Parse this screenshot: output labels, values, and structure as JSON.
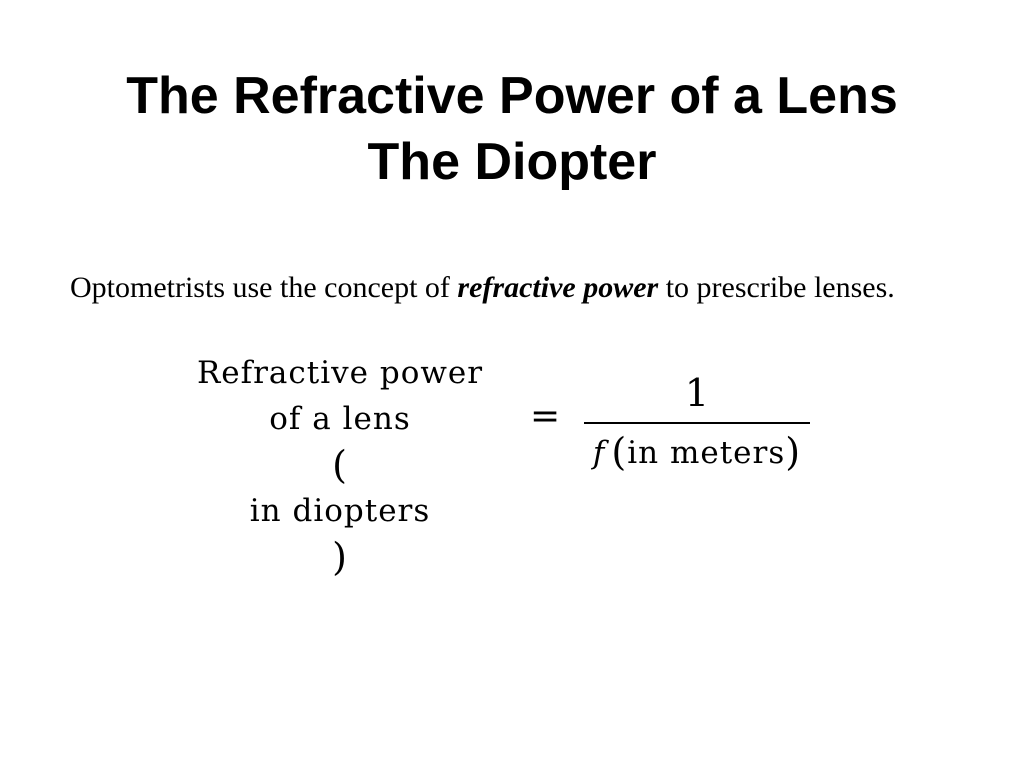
{
  "slide": {
    "title_line1": "The Refractive Power of a Lens",
    "title_line2": "The Diopter"
  },
  "intro": {
    "before": "Optometrists use the concept of ",
    "emphasis": "refractive power",
    "after": " to prescribe lenses."
  },
  "equation": {
    "lhs_line1": "Refractive power",
    "lhs_line2": "of a lens",
    "lhs_line3": "in diopters",
    "open_paren": "(",
    "close_paren": ")",
    "equals": "=",
    "numerator": "1",
    "denominator_var": "f",
    "denominator_text": "in meters"
  }
}
